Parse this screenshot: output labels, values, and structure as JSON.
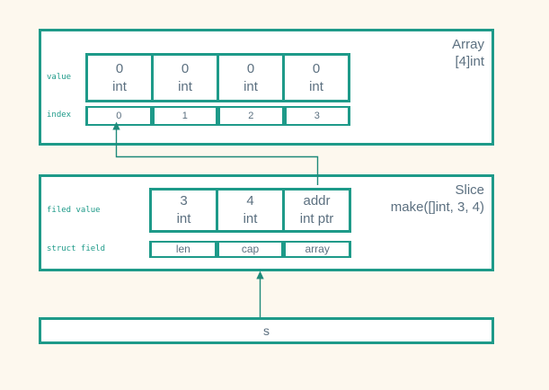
{
  "colors": {
    "background": "#fdf8ee",
    "border_teal": "#1e9a89",
    "arrow_teal": "#1f8a7a",
    "text_slate": "#5c7080",
    "cell_background": "#ffffff"
  },
  "array_box": {
    "title_line1": "Array",
    "title_line2": "[4]int",
    "value_row_label": "value",
    "index_row_label": "index",
    "value_cells": [
      {
        "value": "0",
        "type": "int"
      },
      {
        "value": "0",
        "type": "int"
      },
      {
        "value": "0",
        "type": "int"
      },
      {
        "value": "0",
        "type": "int"
      }
    ],
    "index_cells": [
      "0",
      "1",
      "2",
      "3"
    ]
  },
  "slice_box": {
    "title_line1": "Slice",
    "title_line2": "make([]int, 3, 4)",
    "field_value_row_label": "filed value",
    "struct_field_row_label": "struct field",
    "value_cells": [
      {
        "value": "3",
        "type": "int"
      },
      {
        "value": "4",
        "type": "int"
      },
      {
        "value": "addr",
        "type": "int ptr"
      }
    ],
    "struct_field_cells": [
      "len",
      "cap",
      "array"
    ]
  },
  "s_box": {
    "label": "s"
  }
}
